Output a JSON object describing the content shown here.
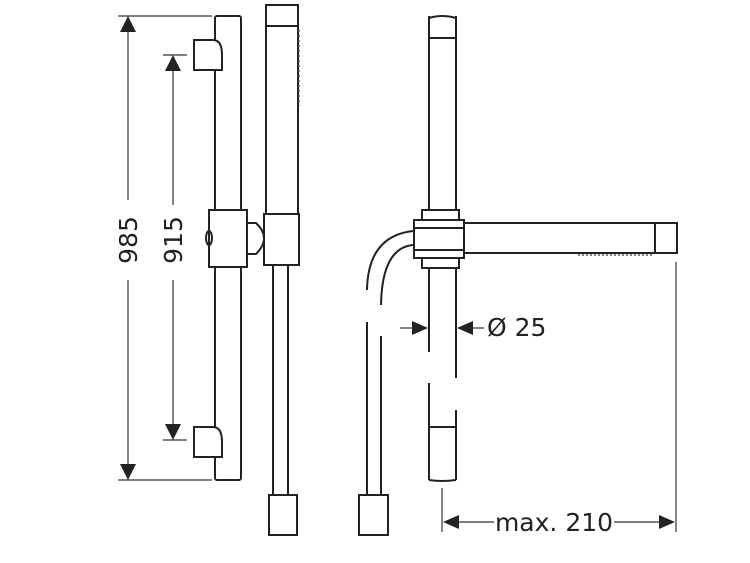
{
  "dimensions": {
    "overall_height": "985",
    "bracket_spacing": "915",
    "bar_diameter": "Ø 25",
    "max_projection": "max. 210"
  }
}
